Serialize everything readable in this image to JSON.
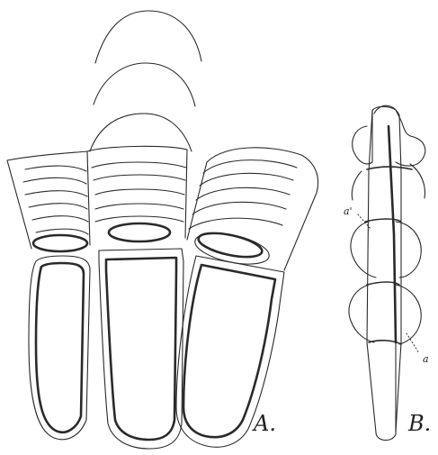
{
  "figure": {
    "panel_a_label": "A.",
    "panel_b_label": "B.",
    "annotation_a_prime": "a'",
    "annotation_a": "a"
  }
}
